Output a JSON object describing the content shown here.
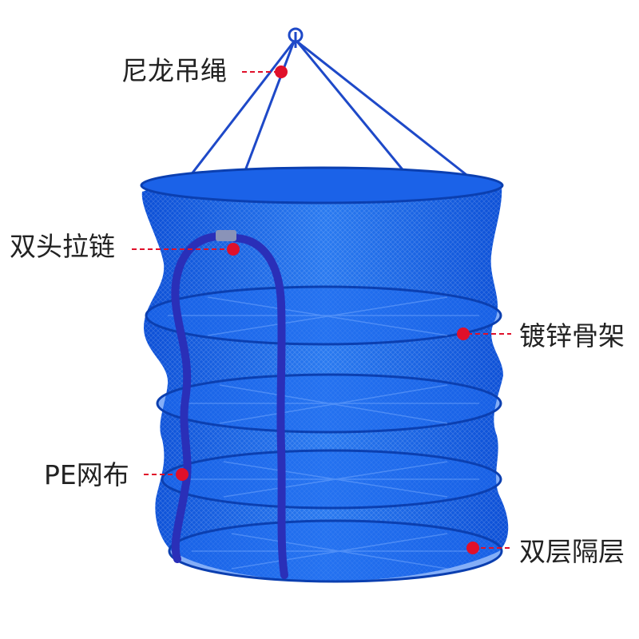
{
  "product": {
    "name": "hanging mesh drying net",
    "colors": {
      "mesh": "#1a5fe0",
      "mesh_dark": "#0b3fb0",
      "zipper": "#2a2fb8",
      "marker": "#e0102a"
    }
  },
  "callouts": [
    {
      "id": "rope",
      "label": "尼龙吊绳"
    },
    {
      "id": "zipper",
      "label": "双头拉链"
    },
    {
      "id": "frame",
      "label": "镀锌骨架"
    },
    {
      "id": "mesh",
      "label": "PE网布"
    },
    {
      "id": "layers",
      "label": "双层隔层"
    }
  ]
}
